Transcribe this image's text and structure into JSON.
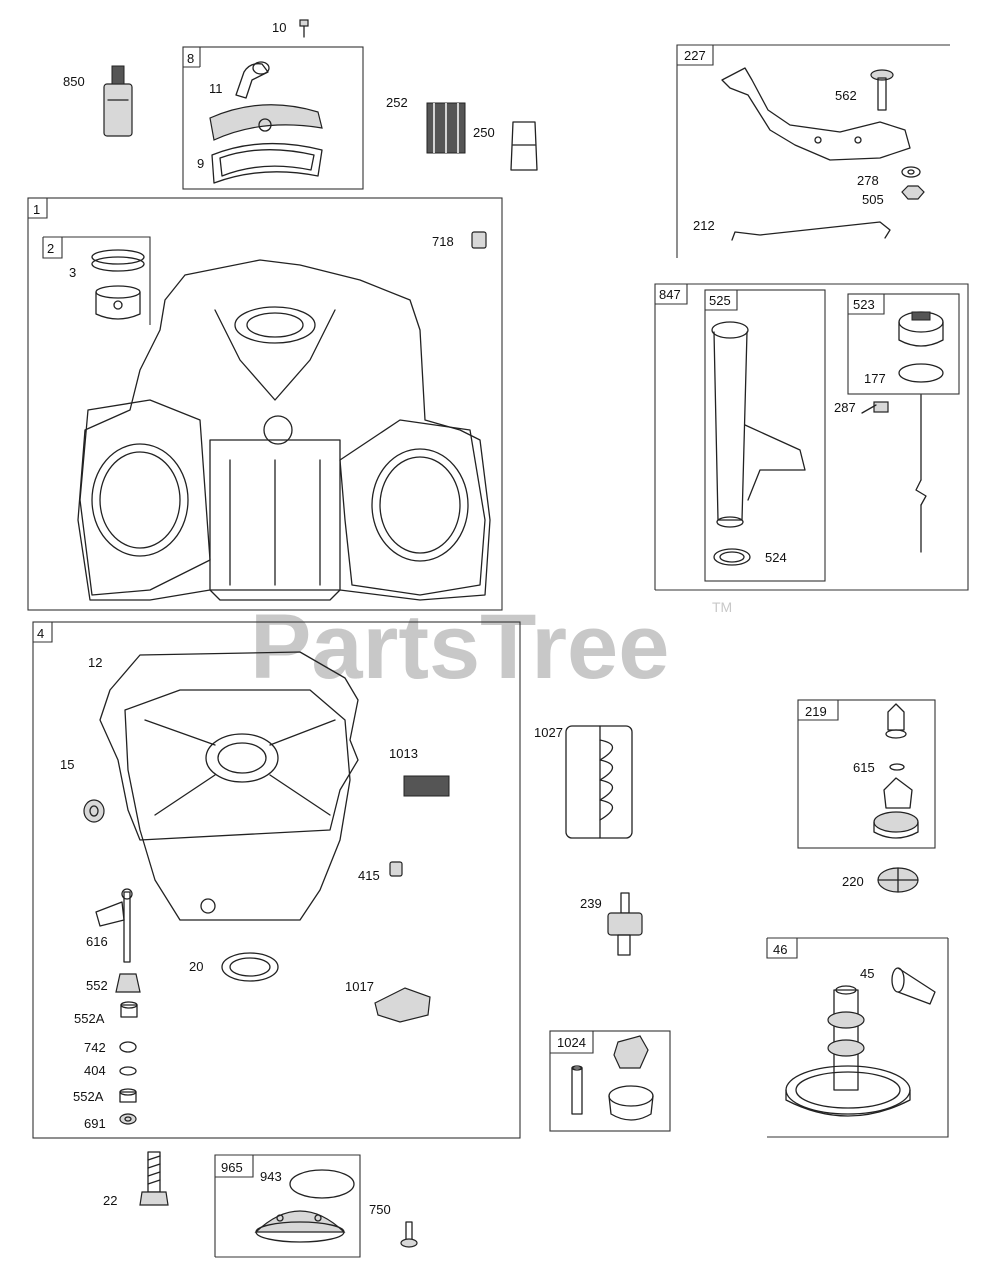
{
  "watermark": {
    "text": "PartsTree",
    "tm": "TM"
  },
  "labels": {
    "p10": "10",
    "p8": "8",
    "p11": "11",
    "p9": "9",
    "p850": "850",
    "p252": "252",
    "p250": "250",
    "p227": "227",
    "p562": "562",
    "p278": "278",
    "p505": "505",
    "p212": "212",
    "p1": "1",
    "p2": "2",
    "p3": "3",
    "p718": "718",
    "p847": "847",
    "p525": "525",
    "p523": "523",
    "p177": "177",
    "p287": "287",
    "p524": "524",
    "p4": "4",
    "p12": "12",
    "p1013": "1013",
    "p15": "15",
    "p415": "415",
    "p616": "616",
    "p20": "20",
    "p552": "552",
    "p552a1": "552A",
    "p742": "742",
    "p404": "404",
    "p552a2": "552A",
    "p691": "691",
    "p1017": "1017",
    "p1027": "1027",
    "p239": "239",
    "p1024": "1024",
    "p219": "219",
    "p615": "615",
    "p220": "220",
    "p46": "46",
    "p45": "45",
    "p22": "22",
    "p965": "965",
    "p943": "943",
    "p750": "750"
  }
}
